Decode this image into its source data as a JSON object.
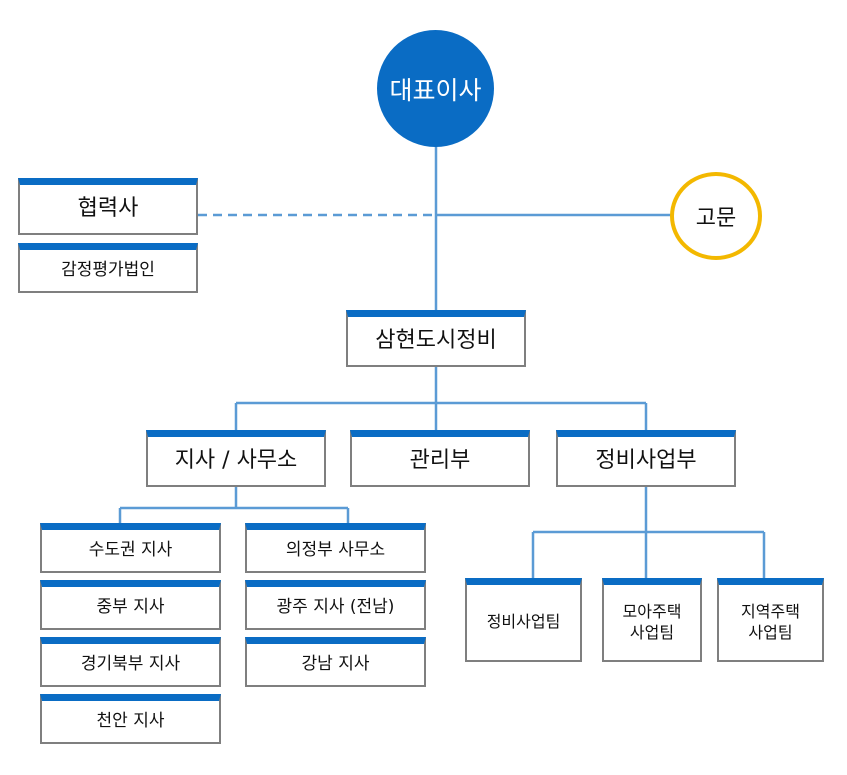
{
  "ceo": "대표이사",
  "advisor": "고문",
  "partner": {
    "title": "협력사",
    "sub": "감정평가법인"
  },
  "company": "삼현도시정비",
  "departments": {
    "branch": "지사 / 사무소",
    "management": "관리부",
    "business": "정비사업부"
  },
  "branches_left": [
    "수도권 지사",
    "중부 지사",
    "경기북부 지사",
    "천안 지사"
  ],
  "branches_right": [
    "의정부 사무소",
    "광주 지사 (전남)",
    "강남 지사"
  ],
  "teams": [
    "정비사업팀",
    "모아주택\n사업팀",
    "지역주택\n사업팀"
  ],
  "colors": {
    "primary": "#0a6cc4",
    "line": "#5b9bd5",
    "advisor_ring": "#f3b800",
    "box_border": "#7f7f7f"
  }
}
